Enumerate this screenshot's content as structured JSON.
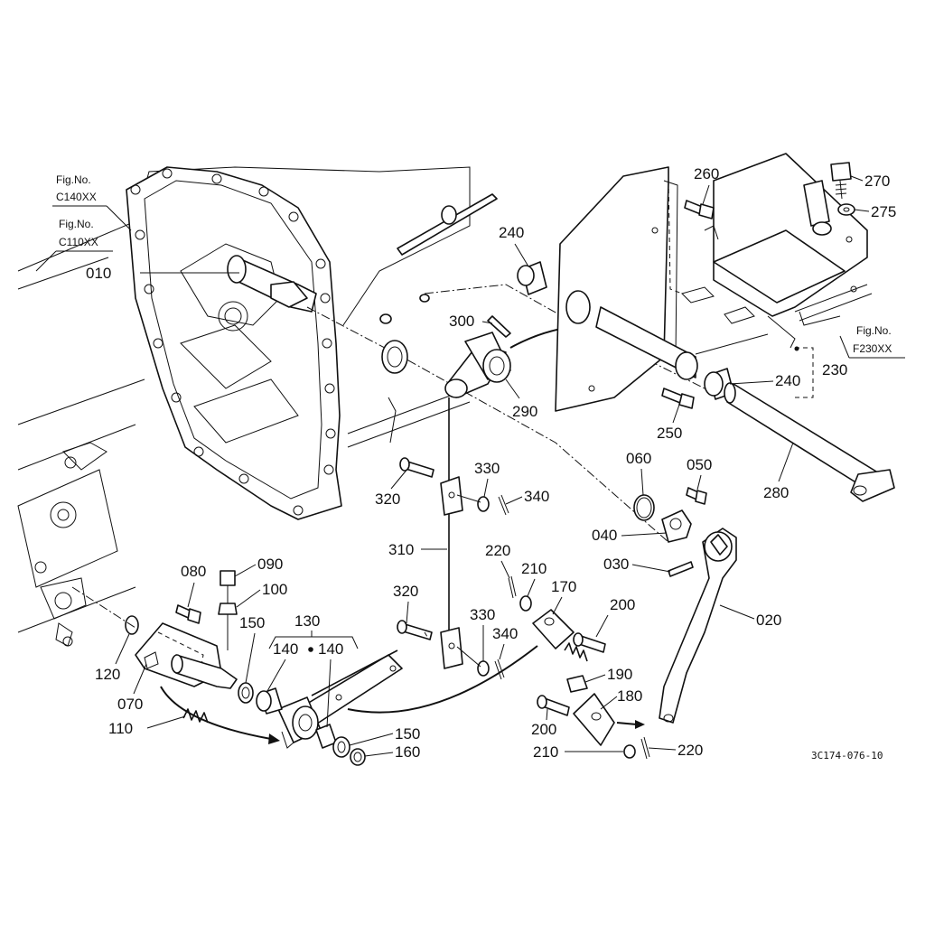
{
  "refs": [
    {
      "line1": "Fig.No.",
      "line2": "C140XX"
    },
    {
      "line1": "Fig.No.",
      "line2": "C110XX"
    },
    {
      "line1": "Fig.No.",
      "line2": "F230XX"
    }
  ],
  "callouts": [
    "010",
    "020",
    "030",
    "040",
    "050",
    "060",
    "070",
    "080",
    "090",
    "100",
    "110",
    "120",
    "130",
    "140",
    "140",
    "150",
    "150",
    "160",
    "170",
    "180",
    "190",
    "200",
    "200",
    "210",
    "210",
    "220",
    "220",
    "230",
    "240",
    "240",
    "250",
    "260",
    "270",
    "275",
    "280",
    "290",
    "300",
    "310",
    "320",
    "320",
    "330",
    "330",
    "340",
    "340"
  ],
  "drawing_code": "3C174-076-10"
}
